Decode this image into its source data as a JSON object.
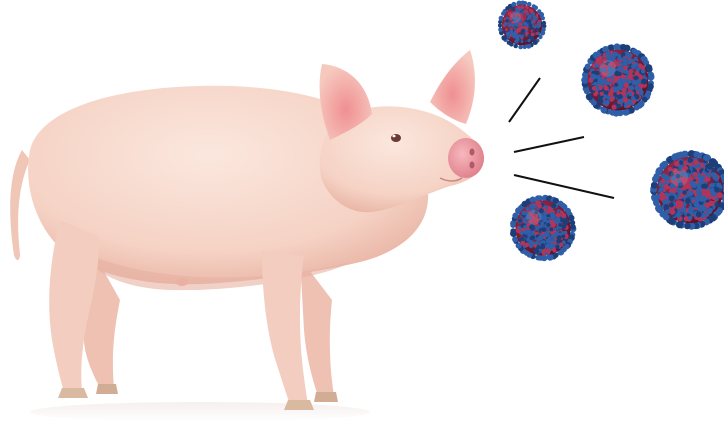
{
  "image": {
    "subject": "pig-with-virus-particles",
    "colors": {
      "background": "#ffffff",
      "pig_skin": "#f7d8cc",
      "pig_shadow": "#e9b8a8",
      "pig_ear_inner": "#f2a7a6",
      "snout": "#f0a2aa",
      "hoof": "#d9b9a0",
      "virus_envelope": "#8c1f3c",
      "virus_spike": "#2f5fa8",
      "virus_spike_dark": "#1c3f7a",
      "spread_line": "#111111"
    },
    "virus_count": 4,
    "spread_line_count": 3
  }
}
